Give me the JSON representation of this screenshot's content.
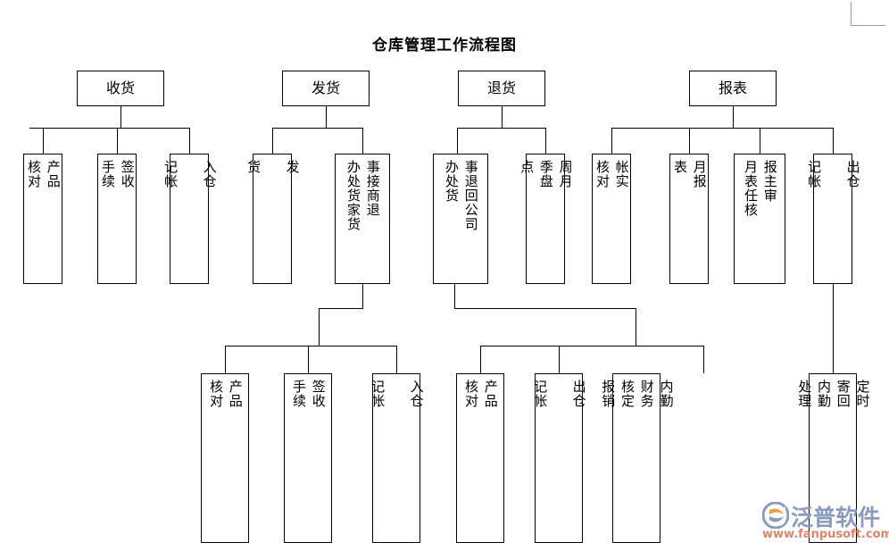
{
  "document": {
    "title": "仓库管理工作流程图"
  },
  "colors": {
    "box_border": "#000000",
    "connector": "#000000",
    "background": "#ffffff",
    "watermark_text": "#8a9bbd",
    "watermark_url": "#d9866a",
    "watermark_logo_accent": "#e8a04a",
    "corner_mark": "#9a9a9a"
  },
  "chart_data": {
    "type": "diagram",
    "title": "仓库管理工作流程图",
    "layout": "top-down tree, 4 root branches",
    "nodes": [
      {
        "id": "n1",
        "label": "收货",
        "row": 1,
        "orientation": "horizontal"
      },
      {
        "id": "n2",
        "label": "发货",
        "row": 1,
        "orientation": "horizontal"
      },
      {
        "id": "n3",
        "label": "退货",
        "row": 1,
        "orientation": "horizontal"
      },
      {
        "id": "n4",
        "label": "报表",
        "row": 1,
        "orientation": "horizontal"
      },
      {
        "id": "n5",
        "label": "产品核对",
        "row": 2,
        "orientation": "vertical",
        "parent": "n1"
      },
      {
        "id": "n6",
        "label": "签收手续",
        "row": 2,
        "orientation": "vertical",
        "parent": "n1"
      },
      {
        "id": "n7",
        "label": "入仓 记帐",
        "row": 2,
        "orientation": "vertical",
        "parent": "n1"
      },
      {
        "id": "n8",
        "label": "发 货",
        "row": 2,
        "orientation": "vertical",
        "parent": "n2"
      },
      {
        "id": "n9",
        "label": "接商家退货事 办处",
        "row": 2,
        "orientation": "vertical-2col",
        "parent": "n2"
      },
      {
        "id": "n10",
        "label": "事退回公司 办处货",
        "row": 2,
        "orientation": "vertical-2col",
        "parent": "n3"
      },
      {
        "id": "n11",
        "label": "周月季盘点",
        "row": 2,
        "orientation": "vertical",
        "parent": "n3"
      },
      {
        "id": "n12",
        "label": "帐实核对",
        "row": 2,
        "orientation": "vertical",
        "parent": "n4"
      },
      {
        "id": "n13",
        "label": "月报表",
        "row": 2,
        "orientation": "vertical",
        "parent": "n4"
      },
      {
        "id": "n14",
        "label": "报主审 月表任核",
        "row": 2,
        "orientation": "vertical-2col",
        "parent": "n4"
      },
      {
        "id": "n15",
        "label": "出仓 记帐",
        "row": 2,
        "orientation": "vertical",
        "parent": "n4"
      },
      {
        "id": "n16",
        "label": "产品核对",
        "row": 3,
        "orientation": "vertical",
        "parent": "n9"
      },
      {
        "id": "n17",
        "label": "签收手续",
        "row": 3,
        "orientation": "vertical",
        "parent": "n9"
      },
      {
        "id": "n18",
        "label": "入仓 记帐",
        "row": 3,
        "orientation": "vertical",
        "parent": "n9"
      },
      {
        "id": "n19",
        "label": "产品核对",
        "row": 3,
        "orientation": "vertical",
        "parent": "n10"
      },
      {
        "id": "n20",
        "label": "出仓 记帐",
        "row": 3,
        "orientation": "vertical",
        "parent": "n10"
      },
      {
        "id": "n21",
        "label": "内勤财务核定报销",
        "row": 3,
        "orientation": "vertical",
        "parent": "n10"
      },
      {
        "id": "n22",
        "label": "定时寄回内勤处理",
        "row": 3,
        "orientation": "vertical",
        "parent": "n15"
      }
    ]
  },
  "row1": {
    "b1": {
      "text": "收货"
    },
    "b2": {
      "text": "发货"
    },
    "b3": {
      "text": "退货"
    },
    "b4": {
      "text": "报表"
    }
  },
  "row2": {
    "b1": {
      "text": "产品\n核对"
    },
    "b2": {
      "text": "签收\n手续"
    },
    "b3": {
      "text": "入仓\n\n记帐"
    },
    "b4": {
      "text": "发\n\n货"
    },
    "b5": {
      "col_right": "事接商退",
      "col_left": "办处货家货"
    },
    "b6": {
      "col_right": "事退回公司",
      "col_left": "办处货"
    },
    "b7": {
      "text": "周月\n季盘\n点"
    },
    "b8": {
      "text": "帐实\n核对"
    },
    "b9": {
      "text": "月报\n表"
    },
    "b10": {
      "col_right": "报主审",
      "col_left": "月表任核"
    },
    "b11": {
      "text": "出仓\n\n记帐"
    }
  },
  "row3": {
    "b1": {
      "text": "产品\n核对"
    },
    "b2": {
      "text": "签收\n手续"
    },
    "b3": {
      "text": "入仓\n\n记帐"
    },
    "b4": {
      "text": "产品\n核对"
    },
    "b5": {
      "text": "出仓\n\n记帐"
    },
    "b6": {
      "text": "内勤\n财务\n核定\n报销"
    },
    "b7": {
      "text": "定时\n寄回\n内勤\n处理"
    }
  },
  "watermark": {
    "brand": "泛普软件",
    "url": "www.fanpusoft.com"
  }
}
